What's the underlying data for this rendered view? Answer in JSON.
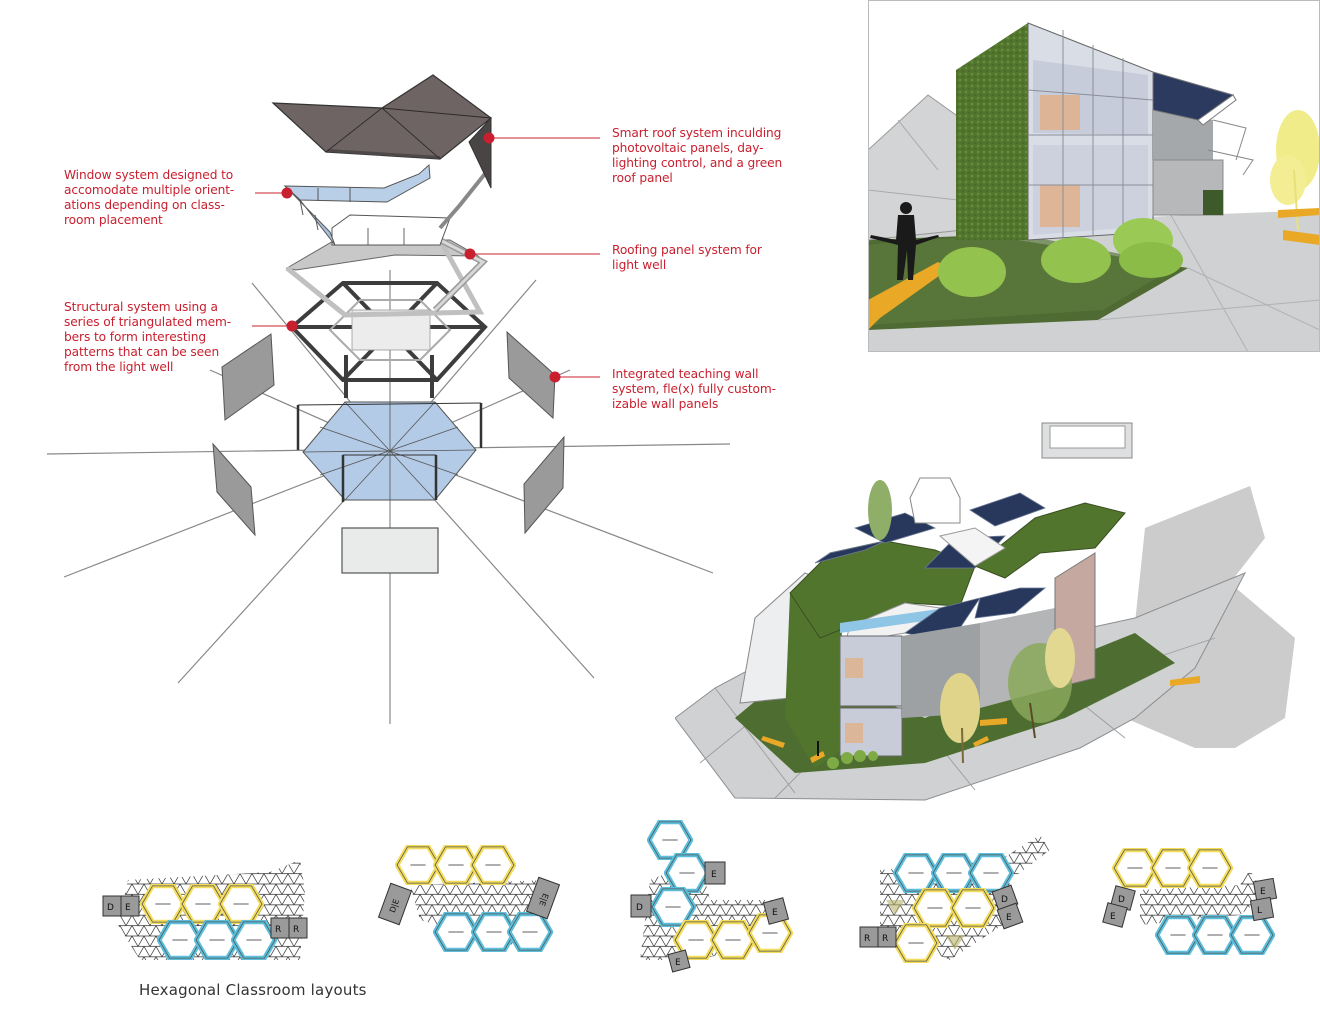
{
  "board": {
    "background": "#ffffff",
    "accent_color": "#c8202f"
  },
  "exploded_diagram": {
    "layers": [
      {
        "id": "roof",
        "description": "Smart roof (dark)",
        "color": "#6e6464"
      },
      {
        "id": "window_band",
        "description": "Window system (glazed)",
        "color": "#b9cfe8"
      },
      {
        "id": "light_well_roof",
        "description": "Roofing panel for light well",
        "color": "#c8c8c8"
      },
      {
        "id": "structure",
        "description": "Triangulated structural frame",
        "color": "#444444"
      },
      {
        "id": "floor",
        "description": "Hexagonal floor plate",
        "color": "#b3cbe6"
      },
      {
        "id": "teaching_walls",
        "description": "Teaching wall panels",
        "color": "#9a9a9a"
      }
    ],
    "callouts": [
      {
        "id": "window",
        "text": "Window system designed to\naccomodate multiple orient-\nations depending on class-\nroom placement"
      },
      {
        "id": "structure",
        "text": "Structural system using a\nseries of triangulated mem-\nbers to form interesting\npatterns that can be seen\nfrom the light well"
      },
      {
        "id": "roof",
        "text": "Smart roof system inculding\nphotovoltaic panels, day-\nlighting control, and a green\nroof panel"
      },
      {
        "id": "lightwell",
        "text": "Roofing panel system for\nlight well"
      },
      {
        "id": "wall",
        "text": "Integrated teaching wall\nsystem, fle(x) fully custom-\nizable wall panels"
      }
    ]
  },
  "renderings": [
    {
      "id": "street-view",
      "description": "Perspective rendering with green wall, glazed facade, PV canopy, figure and shrubs"
    },
    {
      "id": "aerial-view",
      "description": "Aerial axonometric rendering with green roofs, PV panels, courtyard and trees"
    }
  ],
  "layouts": {
    "caption": "Hexagonal Classroom layouts",
    "colors": {
      "yellow": "#f2dc5a",
      "blue": "#5bbfdc",
      "grid": "#333333",
      "service": "#8a8a8a"
    },
    "items": [
      {
        "id": 1,
        "labels": [
          "D",
          "E",
          "R",
          "R"
        ]
      },
      {
        "id": 2,
        "labels": [
          "D|E",
          "E|E"
        ]
      },
      {
        "id": 3,
        "labels": [
          "D",
          "E",
          "E",
          "E"
        ]
      },
      {
        "id": 4,
        "labels": [
          "D",
          "E",
          "R",
          "R"
        ]
      },
      {
        "id": 5,
        "labels": [
          "D",
          "E",
          "E",
          "L"
        ]
      }
    ]
  }
}
